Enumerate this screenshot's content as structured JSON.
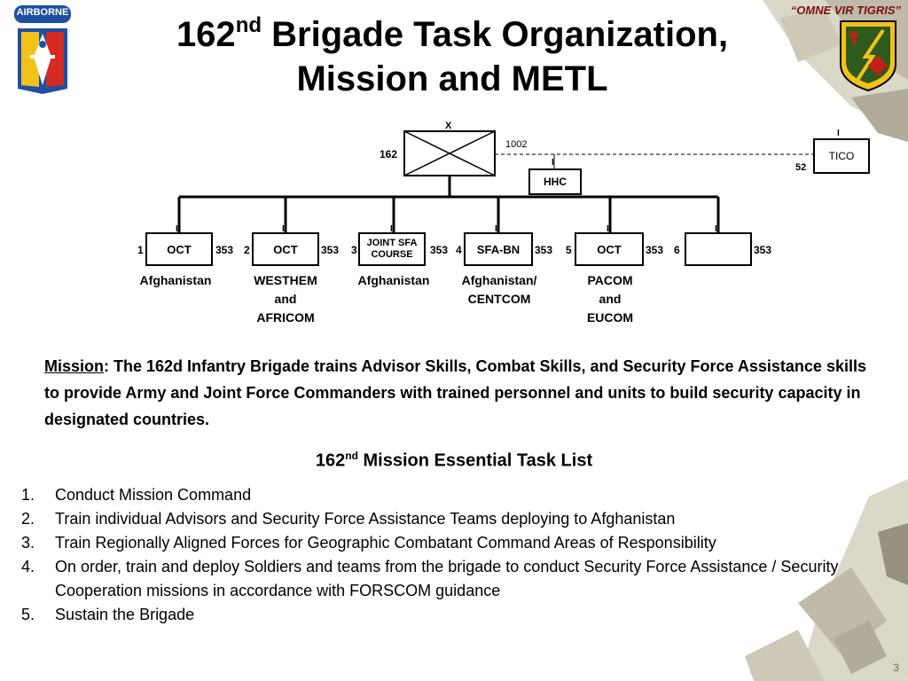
{
  "title": {
    "line1_prefix": "162",
    "line1_sup": "nd",
    "line1_rest": " Brigade Task Organization,",
    "line2": "Mission and METL"
  },
  "logo_left": {
    "text": "AIRBORNE"
  },
  "logo_right": {
    "motto": "“OMNE VIR TIGRIS”"
  },
  "org_chart": {
    "hq": {
      "echelon": "X",
      "number": "162"
    },
    "attached": {
      "label": "1002"
    },
    "hhc": {
      "echelon": "I",
      "label": "HHC"
    },
    "tico": {
      "echelon": "I",
      "label": "TICO",
      "number": "52"
    },
    "battalions": [
      {
        "index": "1",
        "echelon": "II",
        "label": "OCT",
        "code": "353",
        "under": [
          "Afghanistan"
        ]
      },
      {
        "index": "2",
        "echelon": "II",
        "label": "OCT",
        "code": "353",
        "under": [
          "WESTHEM",
          "and",
          "AFRICOM"
        ]
      },
      {
        "index": "3",
        "echelon": "II",
        "label": "JOINT SFA COURSE",
        "code": "353",
        "under": [
          "Afghanistan"
        ]
      },
      {
        "index": "4",
        "echelon": "II",
        "label": "SFA-BN",
        "code": "353",
        "under": [
          "Afghanistan/",
          "CENTCOM"
        ]
      },
      {
        "index": "5",
        "echelon": "II",
        "label": "OCT",
        "code": "353",
        "under": [
          "PACOM",
          "and",
          "EUCOM"
        ]
      },
      {
        "index": "6",
        "echelon": "II",
        "label": "",
        "code": "353",
        "under": []
      }
    ]
  },
  "mission": {
    "label": "Mission",
    "text": ":  The 162d Infantry Brigade trains Advisor Skills, Combat Skills, and Security Force Assistance skills to provide Army and Joint Force Commanders with trained personnel and units to build security capacity in designated countries."
  },
  "metl": {
    "title_prefix": "162",
    "title_sup": "nd",
    "title_rest": " Mission Essential Task List",
    "tasks": [
      {
        "num": "1.",
        "text": "Conduct Mission Command"
      },
      {
        "num": "2.",
        "text": "Train individual Advisors and Security Force Assistance Teams deploying to Afghanistan"
      },
      {
        "num": "3.",
        "text": "Train Regionally Aligned Forces for Geographic Combatant Command Areas of Responsibility"
      },
      {
        "num": "4.",
        "text": "On order, train and deploy Soldiers and teams from the brigade to conduct Security Force Assistance / Security Cooperation missions in accordance with FORSCOM guidance"
      },
      {
        "num": "5.",
        "text": "Sustain the Brigade"
      }
    ]
  },
  "page_number": "3",
  "colors": {
    "camo_light": "#d8d4c4",
    "camo_mid": "#b9b3a0",
    "camo_dark": "#8c8674",
    "patch_green": "#2f5a1e",
    "patch_yellow": "#f2c21a",
    "airborne_blue": "#1e4fa0",
    "airborne_red": "#d42a20"
  }
}
